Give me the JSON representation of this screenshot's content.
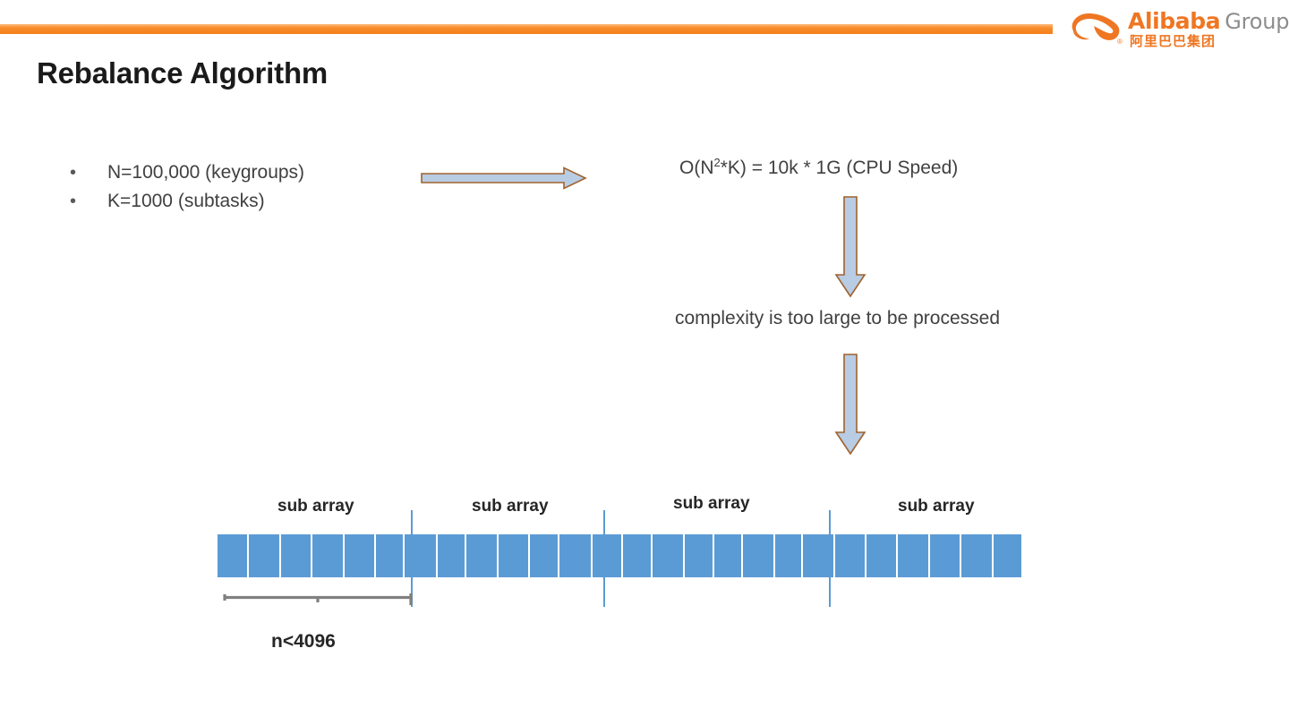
{
  "slide": {
    "title": "Rebalance Algorithm",
    "accent_color": "#F4801A",
    "text_color": "#404040",
    "bar_color": "#5B9BD5",
    "arrow_fill": "#B8CCE4",
    "arrow_stroke": "#A0622D"
  },
  "logo": {
    "brand": "Alibaba",
    "suffix": "Group",
    "chinese": "阿里巴巴集团",
    "registered": "®",
    "brand_color": "#EF7622",
    "suffix_color": "#8D8D8D"
  },
  "bullets": [
    {
      "marker": "•",
      "text": "N=100,000 (keygroups)"
    },
    {
      "marker": "•",
      "text": "K=1000 (subtasks)"
    }
  ],
  "formula": {
    "prefix": "O(N",
    "exponent": "2",
    "suffix": "*K) = 10k * 1G (CPU Speed)"
  },
  "complexity_note": "complexity is too large to be processed",
  "arrows": [
    {
      "name": "right-arrow",
      "direction": "right"
    },
    {
      "name": "down-arrow-1",
      "direction": "down"
    },
    {
      "name": "down-arrow-2",
      "direction": "down"
    }
  ],
  "array_diagram": {
    "sub_array_labels": [
      "sub array",
      "sub array",
      "sub array",
      "sub array"
    ],
    "bracket_label": "n<4096",
    "cell_count": 26,
    "segment_count": 4
  }
}
